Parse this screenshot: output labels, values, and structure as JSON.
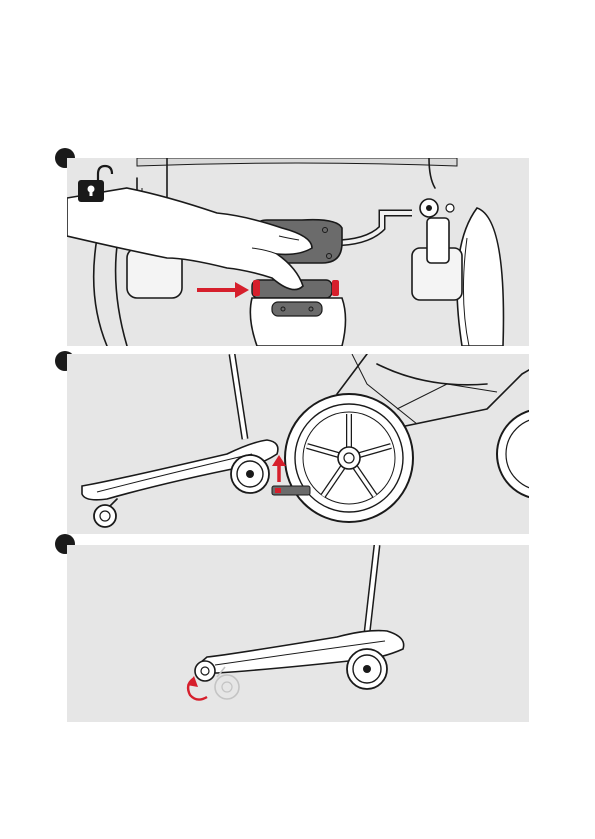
{
  "steps": [
    {
      "id": 1,
      "scene": "press-release-lock",
      "icon": "unlock-icon",
      "accent": "#d61f2c"
    },
    {
      "id": 2,
      "scene": "lift-ride-on-board",
      "accent": "#d61f2c"
    },
    {
      "id": 3,
      "scene": "fold-rear-wheel",
      "accent": "#d61f2c"
    }
  ],
  "colors": {
    "panel": "#e6e6e6",
    "ink": "#1a1a1a",
    "accent": "#d61f2c",
    "plate": "#6b6b6b"
  }
}
